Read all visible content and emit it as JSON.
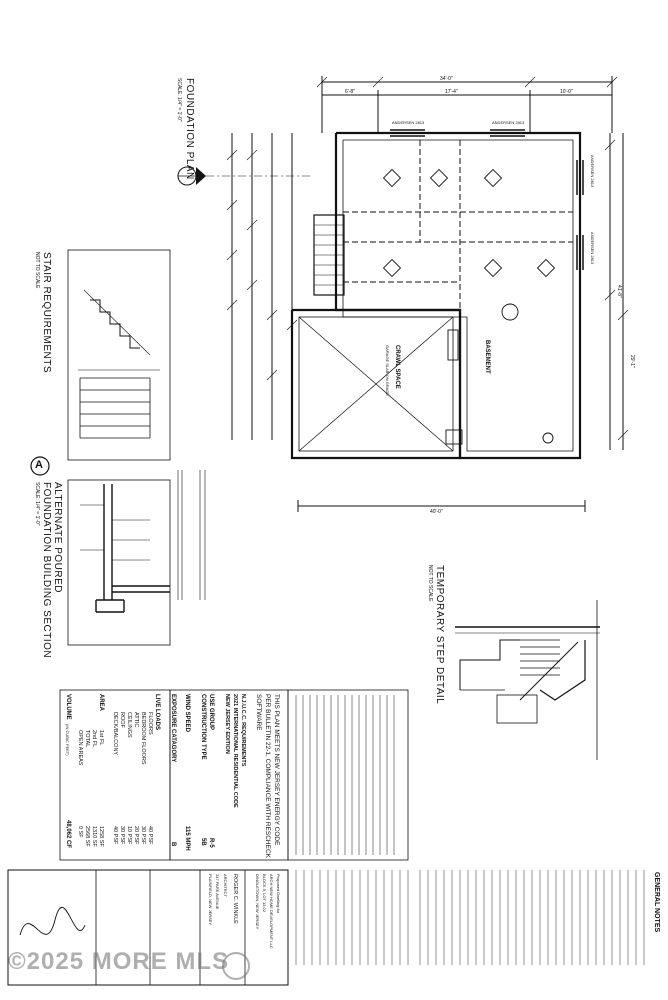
{
  "foundation_plan": {
    "title": "FOUNDATION PLAN",
    "scale": "SCALE: 1/4\" = 1'-0\""
  },
  "stair_requirements": {
    "title": "STAIR REQUIREMENTS",
    "scale": "NOT TO SCALE"
  },
  "section_a": {
    "marker": "A",
    "title_line1": "ALTERNATE POURED",
    "title_line2": "FOUNDATION BUILDING SECTION",
    "scale": "SCALE: 1/4\" = 1'-0\""
  },
  "temporary_step": {
    "title": "TEMPORARY STEP DETAIL",
    "scale": "NOT TO SCALE"
  },
  "dimensions": {
    "top_overall": "34'-0\"",
    "top_left": "6'-8\"",
    "top_mid": "17'-4\"",
    "top_right": "10'-0\"",
    "bottom_overall": "40'-0\"",
    "right_overall": "41'-8\"",
    "right_lower": "29'-1\""
  },
  "rooms": {
    "basement": "BASEMENT",
    "crawl_space": "CRAWL SPACE",
    "garage": "GARAGE SLAB ON GRADE"
  },
  "windows": [
    "ANDERSEN 2813",
    "ANDERSEN 2813",
    "ANDERSEN 2813",
    "ANDERSEN 2813"
  ],
  "energy_note": "THIS PLAN MEETS NEW JERSEY ENERGY CODE PER BULLETIN 22-1, COMPLIANCE WITH RESCHECK SOFTWARE",
  "design_criteria": {
    "heading1": "N.J.U.C.C. REQUIREMENTS",
    "heading2": "2021 INTERNATIONAL RESIDENTIAL CODE",
    "heading3": "NEW JERSEY EDITION",
    "rows": [
      {
        "label": "USE GROUP",
        "value": "R-5"
      },
      {
        "label": "CONSTRUCTION TYPE",
        "value": "5B"
      },
      {
        "label": "WIND SPEED",
        "value": "115 MPH"
      },
      {
        "label": "EXPOSURE CATAGORY",
        "value": "B"
      }
    ]
  },
  "live_loads": {
    "heading": "LIVE LOADS",
    "rows": [
      {
        "label": "FLOORS",
        "value": "40 PSF"
      },
      {
        "label": "BEDROOM FLOORS",
        "value": "30 PSF"
      },
      {
        "label": "ATTIC",
        "value": "20 PSF"
      },
      {
        "label": "CEILINGS",
        "value": "10 PSF"
      },
      {
        "label": "ROOF",
        "value": "30 PSF"
      },
      {
        "label": "DECK/BALCONY",
        "value": "40 PSF"
      }
    ]
  },
  "areas": {
    "heading": "AREA",
    "rows": [
      {
        "label": "1st FL",
        "value": "1258 SF"
      },
      {
        "label": "2nd FL",
        "value": "1310 SF"
      },
      {
        "label": "TOTAL",
        "value": "2568 SF"
      },
      {
        "label": "OPEN AREAS",
        "value": "0 SF"
      }
    ]
  },
  "volume": {
    "label": "VOLUME",
    "unit": "(IN CUBIC FEET)",
    "value": "48,062 CF"
  },
  "general_notes": {
    "title": "GENERAL NOTES"
  },
  "title_block": {
    "project": "Proposed Dwelling for",
    "client": "ARCH NEW HOME DEVELOPMENT LLC",
    "address1": "BLOCK 5, LOT 13.02",
    "address2": "DINGLETOWN, NEW JERSEY",
    "architect": "ROGER C. WINKLE",
    "architect_title": "ARCHITECT",
    "office1": "347 PARK AVENUE",
    "office2": "PLAINFIELD, NEW JERSEY"
  },
  "watermark": "©2025 MORE MLS",
  "colors": {
    "ink": "#111111",
    "watermark": "#6e6e6e",
    "paper": "#ffffff"
  }
}
